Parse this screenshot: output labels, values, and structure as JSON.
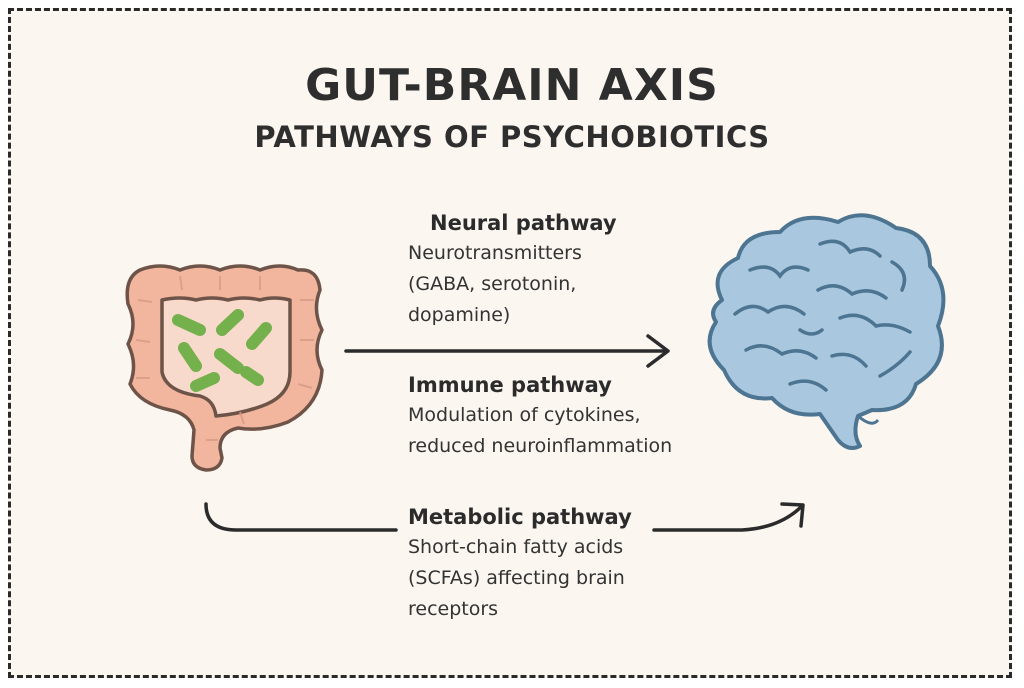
{
  "title": "GUT-BRAIN AXIS",
  "subtitle": "PATHWAYS OF PSYCHOBIOTICS",
  "pathways": {
    "neural": {
      "heading": "Neural pathway",
      "description": "Neurotransmitters\n(GABA, serotonin,\ndopamine)"
    },
    "immune": {
      "heading": "Immune pathway",
      "description": "Modulation of cytokines,\nreduced neuroinflammation"
    },
    "metabolic": {
      "heading": "Metabolic pathway",
      "description": "Short-chain fatty acids\n(SCFAs) affecting brain\nreceptors"
    }
  },
  "colors": {
    "background": "#fbf6f0",
    "gut_fill": "#f2b59e",
    "gut_outline": "#6e5448",
    "bacteria": "#74b04c",
    "brain_fill": "#a9c8df",
    "brain_outline": "#4d7592",
    "arrow": "#2b2b2b"
  },
  "icons": [
    "intestine-icon",
    "bacteria-icon",
    "brain-icon",
    "arrow-right-icon",
    "curved-arrow-icon"
  ]
}
